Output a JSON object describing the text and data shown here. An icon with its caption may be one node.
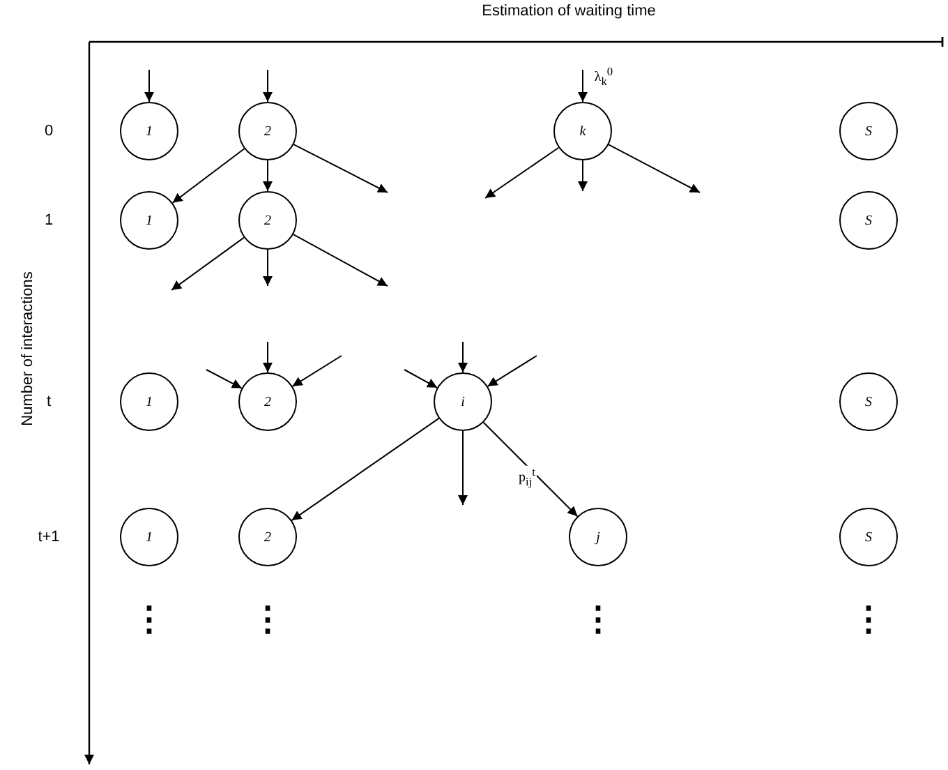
{
  "diagram": {
    "nodes": [
      {
        "text": [
          "1"
        ]
      },
      {
        "text": [
          "2"
        ]
      },
      {
        "text": [
          "k"
        ]
      },
      {
        "text": [
          "S"
        ]
      },
      {
        "text": [
          "1"
        ]
      },
      {
        "text": [
          "2"
        ]
      },
      {
        "text": [
          "S"
        ]
      },
      {
        "text": [
          "1"
        ]
      },
      {
        "text": [
          "2"
        ]
      },
      {
        "text": [
          "i"
        ]
      },
      {
        "text": [
          "S"
        ]
      },
      {
        "text": [
          "1"
        ]
      },
      {
        "text": [
          "2"
        ]
      },
      {
        "text": [
          "j"
        ]
      },
      {
        "text": [
          "S"
        ]
      }
    ],
    "edges": [
      {
        "from": null,
        "to": 0,
        "arrow": "to"
      },
      {
        "from": null,
        "to": 1,
        "arrow": "to"
      },
      {
        "from": null,
        "to": 2,
        "arrow": "to",
        "label": "λ$_{k}$$^{0}$"
      },
      {
        "from": 1,
        "to": 4,
        "arrow": "to"
      },
      {
        "from": 1,
        "to": 5,
        "arrow": "to"
      },
      {
        "from": 1,
        "to": null,
        "arrow": "to"
      },
      {
        "from": 2,
        "to": null,
        "arrow": "to"
      },
      {
        "from": 2,
        "to": null,
        "arrow": "to"
      },
      {
        "from": 2,
        "to": null,
        "arrow": "to"
      },
      {
        "from": 5,
        "to": null,
        "arrow": "to"
      },
      {
        "from": 5,
        "to": null,
        "arrow": "to"
      },
      {
        "from": 5,
        "to": null,
        "arrow": "to"
      },
      {
        "from": null,
        "to": 8,
        "arrow": "to"
      },
      {
        "from": null,
        "to": 8,
        "arrow": "to"
      },
      {
        "from": null,
        "to": 8,
        "arrow": "to"
      },
      {
        "from": null,
        "to": 9,
        "arrow": "to"
      },
      {
        "from": null,
        "to": 9,
        "arrow": "to"
      },
      {
        "from": null,
        "to": 9,
        "arrow": "to"
      },
      {
        "from": 9,
        "to": 12,
        "arrow": "to"
      },
      {
        "from": 9,
        "to": null,
        "arrow": "to"
      },
      {
        "from": 9,
        "to": 13,
        "arrow": "to",
        "label": "p$_{ij}$$^{t}$"
      }
    ],
    "labels": [
      "Estimation of waiting time",
      "Number of interactions",
      "0",
      "1",
      "t",
      "t+1",
      "⋮",
      "⋮",
      "⋮",
      "⋮"
    ]
  }
}
